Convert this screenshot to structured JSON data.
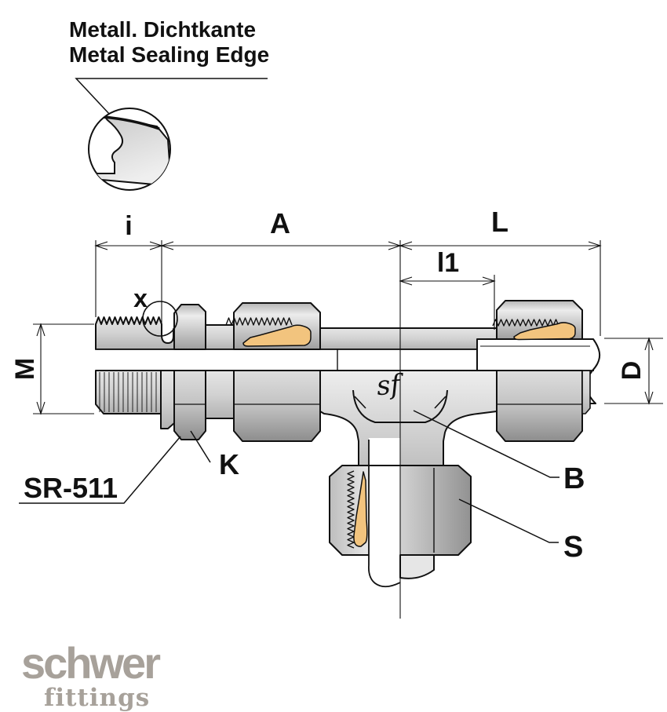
{
  "callout": {
    "line1": "Metall. Dichtkante",
    "line2": "Metal Sealing Edge"
  },
  "dimensions": {
    "i": "i",
    "a": "A",
    "l": "L",
    "l1": "l1",
    "m": "M",
    "d": "D"
  },
  "labels": {
    "sealing_edge_ref": "x",
    "locknut": "K",
    "series": "SR-511",
    "body": "B",
    "union_nut": "S"
  },
  "engraving": "sf",
  "brand": {
    "name": "schwer",
    "tagline": "fittings"
  },
  "colors": {
    "line": "#111111",
    "ring_orange": "#f2c47e",
    "brand_gray": "#a7a19a",
    "metal_light": "#ececec",
    "metal_dark": "#909090",
    "background": "#ffffff"
  }
}
